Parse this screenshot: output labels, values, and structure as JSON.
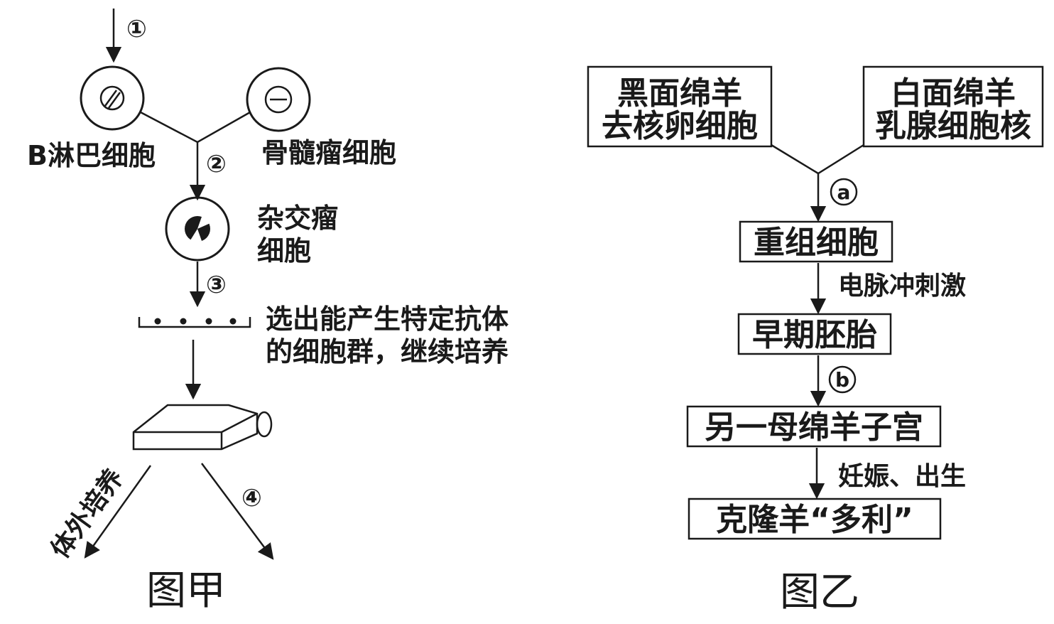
{
  "figure_a": {
    "caption": "图甲",
    "step_marks": [
      "①",
      "②",
      "③",
      "④"
    ],
    "b_cell_label": "B淋巴细胞",
    "myeloma_label": "骨髓瘤细胞",
    "hybridoma_label_line1": "杂交瘤",
    "hybridoma_label_line2": "细胞",
    "select_line1": "选出能产生特定抗体",
    "select_line2": "的细胞群，继续培养",
    "in_vitro_label": "体外培养"
  },
  "figure_b": {
    "caption": "图乙",
    "box_black_line1": "黑面绵羊",
    "box_black_line2": "去核卵细胞",
    "box_white_line1": "白面绵羊",
    "box_white_line2": "乳腺细胞核",
    "step_a": "a",
    "box_recombined": "重组细胞",
    "electric_label": "电脉冲刺激",
    "box_embryo": "早期胚胎",
    "step_b": "b",
    "box_uterus": "另一母绵羊子宫",
    "pregnancy_label": "妊娠、出生",
    "box_clone": "克隆羊“多利”"
  }
}
